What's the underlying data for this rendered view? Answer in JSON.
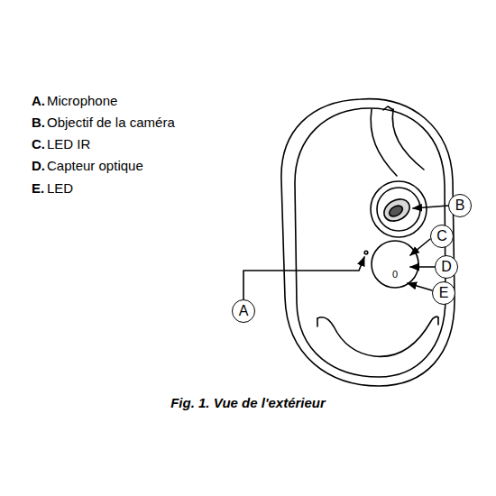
{
  "diagram": {
    "caption": "Fig. 1. Vue de l'extérieur",
    "nodes": [
      {
        "text": [
          "B"
        ]
      },
      {
        "text": [
          "C"
        ]
      },
      {
        "text": [
          "D"
        ]
      },
      {
        "text": [
          "E"
        ]
      },
      {
        "text": [
          "A"
        ]
      }
    ],
    "labels": [
      "A.",
      "Microphone",
      "B.",
      "Objectif de la caméra",
      "C.",
      "LED IR",
      "D.",
      "Capteur optique",
      "E.",
      "LED",
      "0"
    ]
  }
}
